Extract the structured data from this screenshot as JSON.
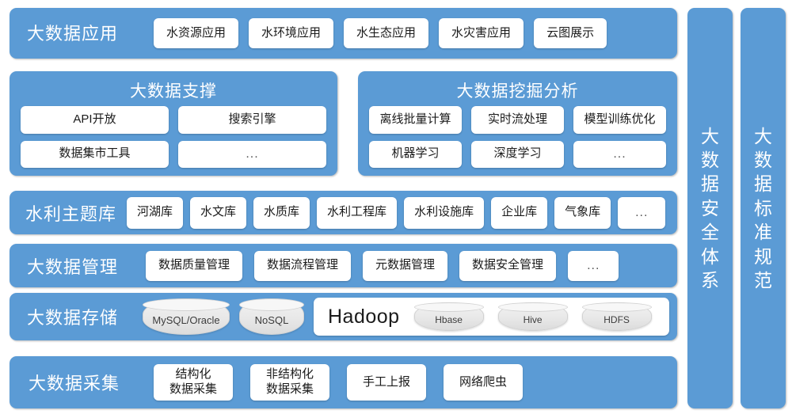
{
  "theme": {
    "band_blue": "#5b9bd5",
    "chip_white": "#ffffff",
    "chip_text": "#1b1b1b",
    "cylinder_gray": "#e8e8e8",
    "page_background": "#ffffff"
  },
  "rows": {
    "application": {
      "title": "大数据应用",
      "items": [
        "水资源应用",
        "水环境应用",
        "水生态应用",
        "水灾害应用",
        "云图展示"
      ]
    },
    "support_group": {
      "title": "大数据支撑",
      "line1": [
        "API开放",
        "搜索引擎"
      ],
      "line2": [
        "数据集市工具",
        "..."
      ]
    },
    "mining_group": {
      "title": "大数据挖掘分析",
      "line1": [
        "离线批量计算",
        "实时流处理",
        "模型训练优化"
      ],
      "line2": [
        "机器学习",
        "深度学习",
        "..."
      ]
    },
    "subject_library": {
      "title": "水利主题库",
      "items": [
        "河湖库",
        "水文库",
        "水质库",
        "水利工程库",
        "水利设施库",
        "企业库",
        "气象库",
        "..."
      ]
    },
    "management": {
      "title": "大数据管理",
      "items": [
        "数据质量管理",
        "数据流程管理",
        "元数据管理",
        "数据安全管理",
        "..."
      ]
    },
    "storage": {
      "title": "大数据存储",
      "databases": [
        "MySQL/Oracle",
        "NoSQL"
      ],
      "hadoop": {
        "label": "Hadoop",
        "components": [
          "Hbase",
          "Hive",
          "HDFS"
        ]
      }
    },
    "collection": {
      "title": "大数据采集",
      "items": [
        {
          "line1": "结构化",
          "line2": "数据采集"
        },
        {
          "line1": "非结构化",
          "line2": "数据采集"
        },
        {
          "line1": "手工上报",
          "line2": ""
        },
        {
          "line1": "网络爬虫",
          "line2": ""
        }
      ]
    }
  },
  "pillars": {
    "security": {
      "label": "大数据安全体系",
      "chars": [
        "大",
        "数",
        "据",
        "安",
        "全",
        "体",
        "系"
      ]
    },
    "standard": {
      "label": "大数据标准规范",
      "chars": [
        "大",
        "数",
        "据",
        "标",
        "准",
        "规",
        "范"
      ]
    }
  }
}
